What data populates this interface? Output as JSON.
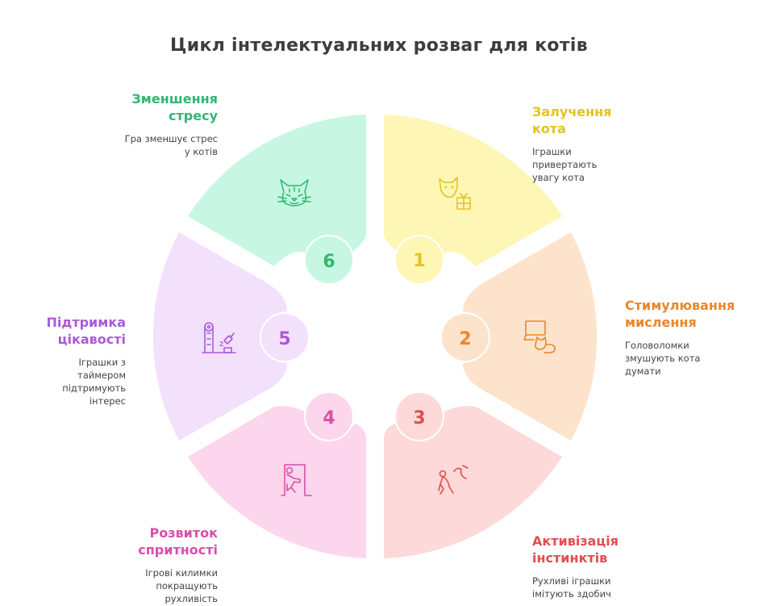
{
  "title": "Цикл інтелектуальних розваг для котів",
  "steps": [
    {
      "number": "1",
      "heading_line1": "Залучення",
      "heading_line2": "кота",
      "description": [
        "Іграшки",
        "привертають",
        "увагу кота"
      ],
      "icon": "cat-with-gift-icon",
      "fill": "#fdf6b5",
      "color": "#e3c51c"
    },
    {
      "number": "2",
      "heading_line1": "Стимулювання",
      "heading_line2": "мислення",
      "description": [
        "Головоломки",
        "змушують кота",
        "думати"
      ],
      "icon": "laptop-cat-icon",
      "fill": "#fde3cb",
      "color": "#e8872c"
    },
    {
      "number": "3",
      "heading_line1": "Активізація",
      "heading_line2": "інстинктів",
      "description": [
        "Рухливі іграшки",
        "імітують здобич"
      ],
      "icon": "chasing-figure-icon",
      "fill": "#fdd9d9",
      "color": "#e04e4e"
    },
    {
      "number": "4",
      "heading_line1": "Розвиток",
      "heading_line2": "спритності",
      "description": [
        "Ігрові килимки",
        "покращують",
        "рухливість"
      ],
      "icon": "running-through-door-icon",
      "fill": "#fcd6ec",
      "color": "#d94fa8"
    },
    {
      "number": "5",
      "heading_line1": "Підтримка",
      "heading_line2": "цікавості",
      "description": [
        "Іграшки з",
        "таймером",
        "підтримують",
        "інтерес"
      ],
      "icon": "strength-tester-icon",
      "fill": "#f3e0fb",
      "color": "#a95bd9"
    },
    {
      "number": "6",
      "heading_line1": "Зменшення",
      "heading_line2": "стресу",
      "description": [
        "Гра зменшує стрес",
        "у котів"
      ],
      "icon": "calm-cat-face-icon",
      "fill": "#c7f7e2",
      "color": "#2fb872"
    }
  ]
}
